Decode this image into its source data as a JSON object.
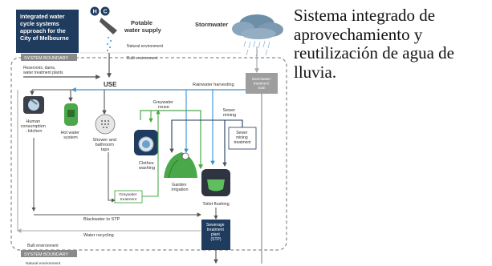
{
  "title_box": {
    "lines": [
      "Integrated water",
      "cycle systems",
      "approach for the",
      "City of Melbourne"
    ]
  },
  "legend_icons": {
    "h": "H",
    "c": "C"
  },
  "potable": {
    "lines": [
      "Potable",
      "water supply"
    ]
  },
  "stormwater": "Stormwater",
  "natural_environment_top": "Natural environment",
  "built_environment_top": "Built environment",
  "system_boundary_top": "SYSTEM BOUNDARY",
  "reservoirs": {
    "lines": [
      "Reservoirs, dams,",
      "water treatment plants"
    ]
  },
  "use": "USE",
  "rainwater_harvesting": "Rainwater harvesting",
  "stormwater_treatment": {
    "lines": [
      "Stormwater",
      "treatment",
      "train"
    ]
  },
  "greywater_reuse": {
    "lines": [
      "Greywater",
      "reuse"
    ]
  },
  "sewer_mining": {
    "lines": [
      "Sewer",
      "mining"
    ]
  },
  "sewer_mining_treatment": {
    "lines": [
      "Sewer",
      "mining",
      "treatment"
    ]
  },
  "human_consumption": {
    "lines": [
      "Human",
      "consumption",
      "- kitchen"
    ]
  },
  "hot_water": {
    "lines": [
      "Hot water",
      "system"
    ]
  },
  "shower": {
    "lines": [
      "Shower and",
      "bathroom",
      "taps"
    ]
  },
  "clothes": {
    "lines": [
      "Clothes",
      "washing"
    ]
  },
  "garden": {
    "lines": [
      "Garden",
      "irrigation"
    ]
  },
  "toilet": "Toilet flushing",
  "greywater_treatment": {
    "lines": [
      "Greywater",
      "treatment"
    ]
  },
  "blackwater": "Blackwater to STP",
  "water_recycling": "Water recycling",
  "sewerage": {
    "lines": [
      "Sewerage",
      "treatment",
      "plant",
      "(STP)"
    ]
  },
  "built_environment_bottom": "Built environment",
  "system_boundary_bottom": "SYSTEM BOUNDARY",
  "natural_environment_bottom": "Natural environment",
  "caption": "Sistema integrado de aprovechamiento y reutilización de agua de lluvia.",
  "colors": {
    "navy": "#1f3b5e",
    "green": "#4aa84a",
    "blue": "#3b8fd0",
    "grey": "#aaaaaa",
    "boundary": "#8a8a8a"
  }
}
